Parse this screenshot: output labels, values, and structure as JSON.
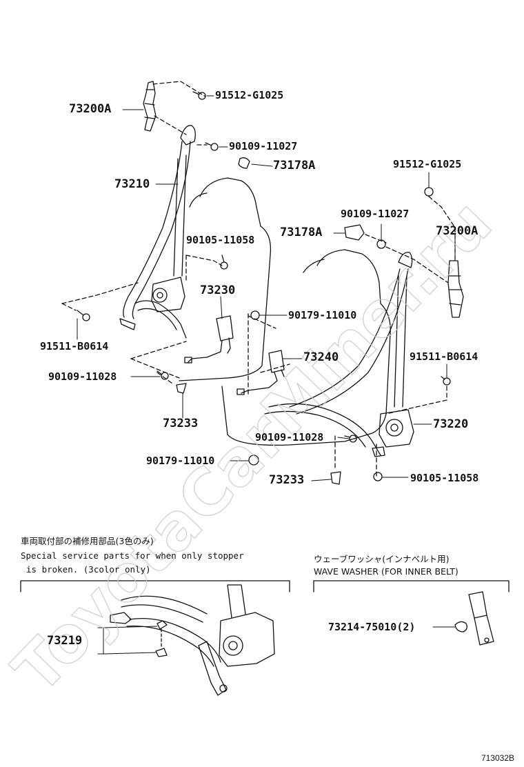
{
  "drawing_number": "713032B",
  "watermark": "ToyotaCarMiner.ru",
  "labels": {
    "l73200a_left": "73200A",
    "p91512_left": "91512-G1025",
    "p90109_11027_left": "90109-11027",
    "l73178a_left": "73178A",
    "l73210": "73210",
    "p90105_11058_left": "90105-11058",
    "l73230": "73230",
    "p90179_11010_mid": "90179-11010",
    "p91511_left": "91511-B0614",
    "p90109_11028_left": "90109-11028",
    "l73233_left": "73233",
    "p90179_11010_low": "90179-11010",
    "p91512_right": "91512-G1025",
    "p90109_11027_right": "90109-11027",
    "l73178a_right": "73178A",
    "l73200a_right": "73200A",
    "l73240": "73240",
    "p91511_right": "91511-B0614",
    "l73220": "73220",
    "p90109_11028_right": "90109-11028",
    "l73233_right": "73233",
    "p90105_11058_right": "90105-11058",
    "l73219": "73219",
    "p73214": "73214-75010(2)"
  },
  "notes": {
    "special_jp": "車両取付部の補修用部品(3色のみ)",
    "special_en1": "Special service parts for when only stopper",
    "special_en2": "is broken. (3color only)",
    "wave_jp": "ウェーブワッシャ(インナベルト用)",
    "wave_en": "WAVE WASHER (FOR INNER BELT)"
  }
}
